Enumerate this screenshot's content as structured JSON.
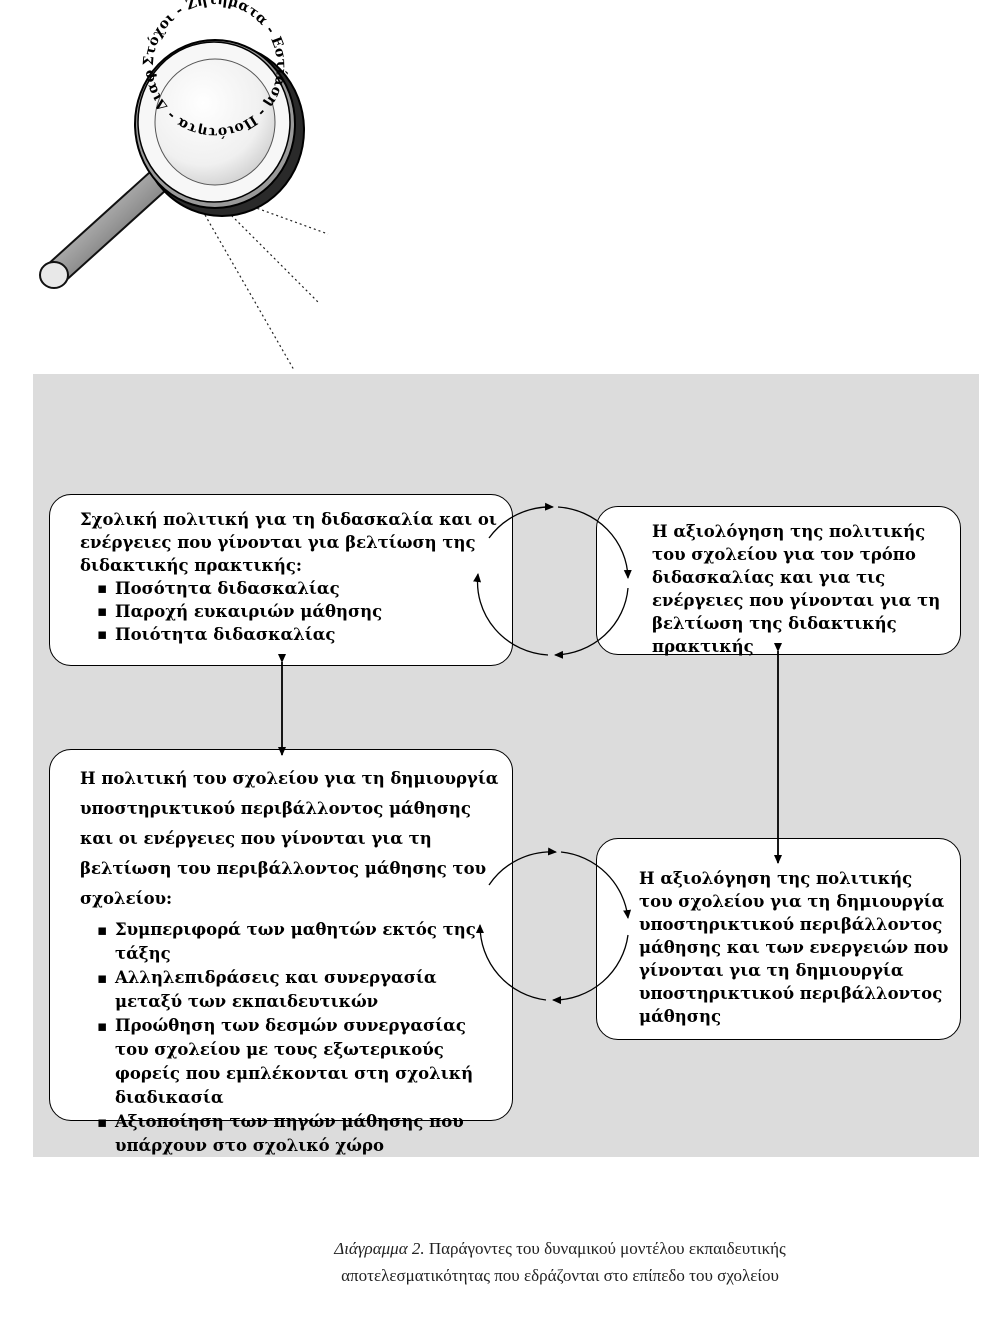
{
  "magnifier": {
    "ring_text": "Στόχοι - Ζητήματα - Εστίαση - Ποιότητα - Διαφοροποίηση"
  },
  "boxes": {
    "top_left": {
      "intro": "Σχολική πολιτική για τη διδασκαλία και οι ενέργειες που γίνονται για βελτίωση της διδακτικής πρακτικής:",
      "items": [
        "Ποσότητα διδασκαλίας",
        "Παροχή ευκαιριών μάθησης",
        "Ποιότητα διδασκαλίας"
      ]
    },
    "top_right": {
      "text": "Η αξιολόγηση της πολιτικής του σχολείου για τον τρόπο διδασκαλίας και για τις ενέργειες που γίνονται για τη βελτίωση της διδακτικής πρακτικής"
    },
    "bottom_left": {
      "intro": "Η πολιτική του σχολείου για τη δημιουργία υποστηρικτικού περιβάλλοντος μάθησης και οι ενέργειες που γίνονται για τη βελτίωση του περιβάλλοντος μάθησης του σχολείου:",
      "items": [
        "Συμπεριφορά των μαθητών εκτός της τάξης",
        "Αλληλεπιδράσεις και συνεργασία μεταξύ των εκπαιδευτικών",
        "Προώθηση των δεσμών συνεργασίας του σχολείου με τους εξωτερικούς φορείς που εμπλέκονται στη σχολική διαδικασία",
        "Αξιοποίηση των πηγών μάθησης που υπάρχουν στο σχολικό χώρο"
      ]
    },
    "bottom_right": {
      "text": "Η αξιολόγηση της πολιτικής του σχολείου για τη δημιουργία υποστηρικτικού περιβάλλοντος μάθησης και των ενεργειών που γίνονται για τη δημιουργία υποστηρικτικού περιβάλλοντος μάθησης"
    }
  },
  "caption": {
    "number": "Διάγραμμα 2.",
    "line1": "Παράγοντες του δυναμικού μοντέλου εκπαιδευτικής",
    "line2": "αποτελεσματικότητας που εδράζονται στο επίπεδο του σχολείου"
  }
}
